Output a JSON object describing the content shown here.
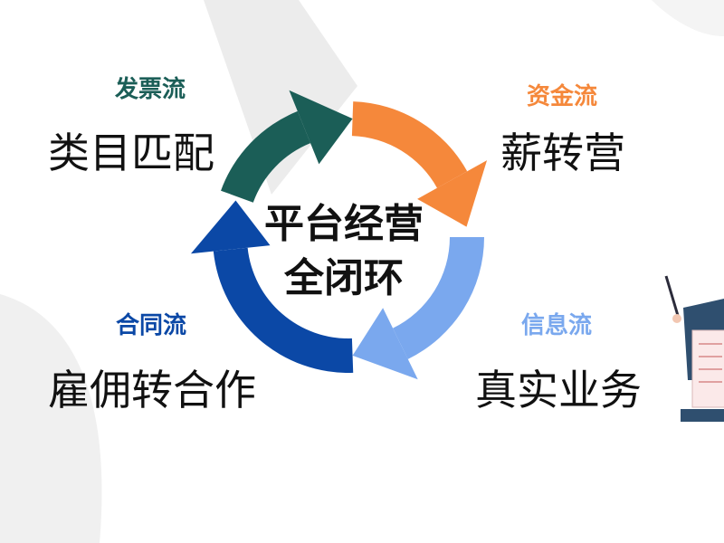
{
  "colors": {
    "invoice": "#1b5e57",
    "fund": "#f5883b",
    "info": "#7aa8ee",
    "contract": "#0b48a6"
  },
  "center": {
    "line1": "平台经营",
    "line2": "全闭环"
  },
  "nodes": [
    {
      "flow": "发票流",
      "item": "类目匹配"
    },
    {
      "flow": "资金流",
      "item": "薪转营"
    },
    {
      "flow": "信息流",
      "item": "真实业务"
    },
    {
      "flow": "合同流",
      "item": "雇佣转合作"
    }
  ]
}
